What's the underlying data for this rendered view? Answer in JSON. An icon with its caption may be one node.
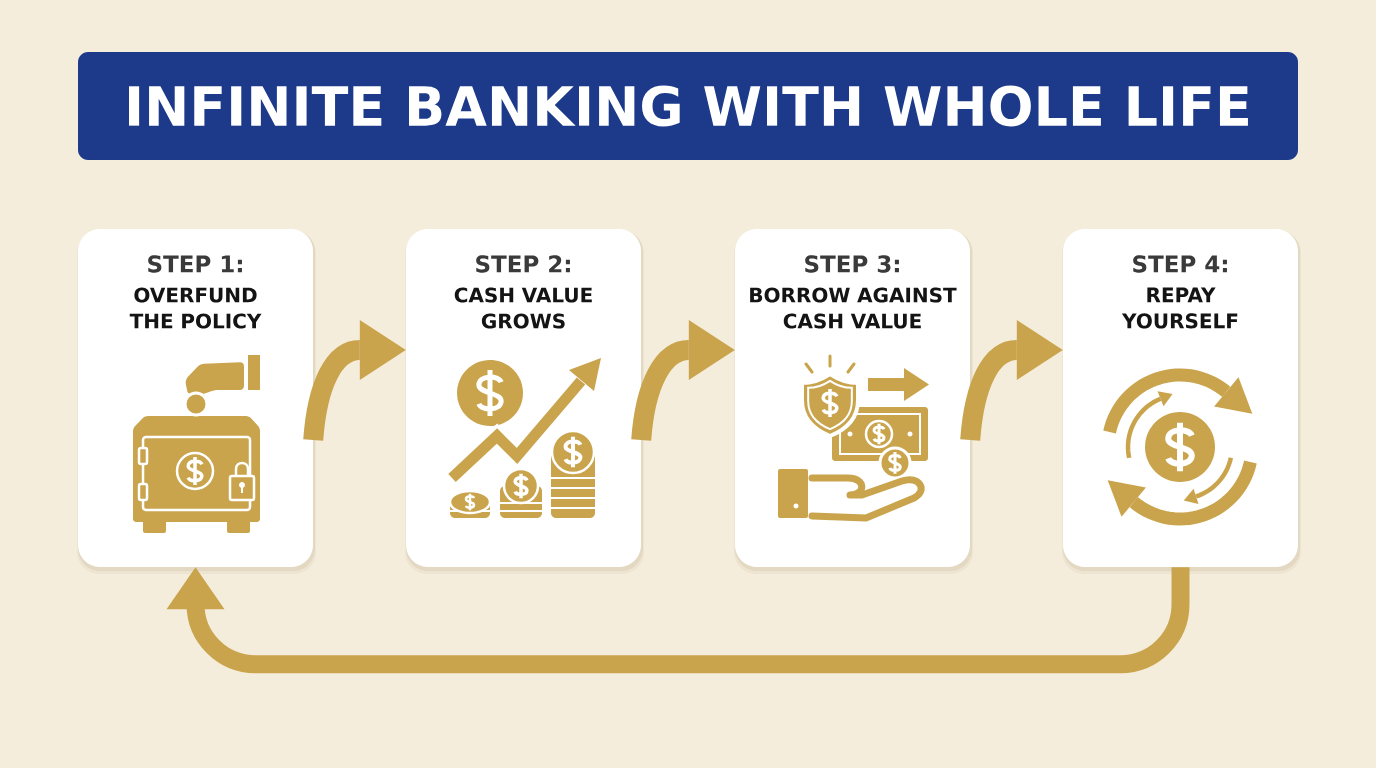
{
  "diagram": {
    "title": "INFINITE BANKING WITH WHOLE LIFE",
    "nodes": [
      {
        "text": [
          "STEP 1:",
          "OVERFUND THE POLICY"
        ]
      },
      {
        "text": [
          "STEP 2:",
          "CASH VALUE GROWS"
        ]
      },
      {
        "text": [
          "STEP 3:",
          "BORROW AGAINST CASH VALUE"
        ]
      },
      {
        "text": [
          "STEP 4:",
          "REPAY YOURSELF"
        ]
      }
    ],
    "edges": [
      {
        "from": 0,
        "to": 1,
        "arrow": "to"
      },
      {
        "from": 1,
        "to": 2,
        "arrow": "to"
      },
      {
        "from": 2,
        "to": 3,
        "arrow": "to"
      },
      {
        "from": 3,
        "to": 0,
        "arrow": "to"
      }
    ]
  }
}
